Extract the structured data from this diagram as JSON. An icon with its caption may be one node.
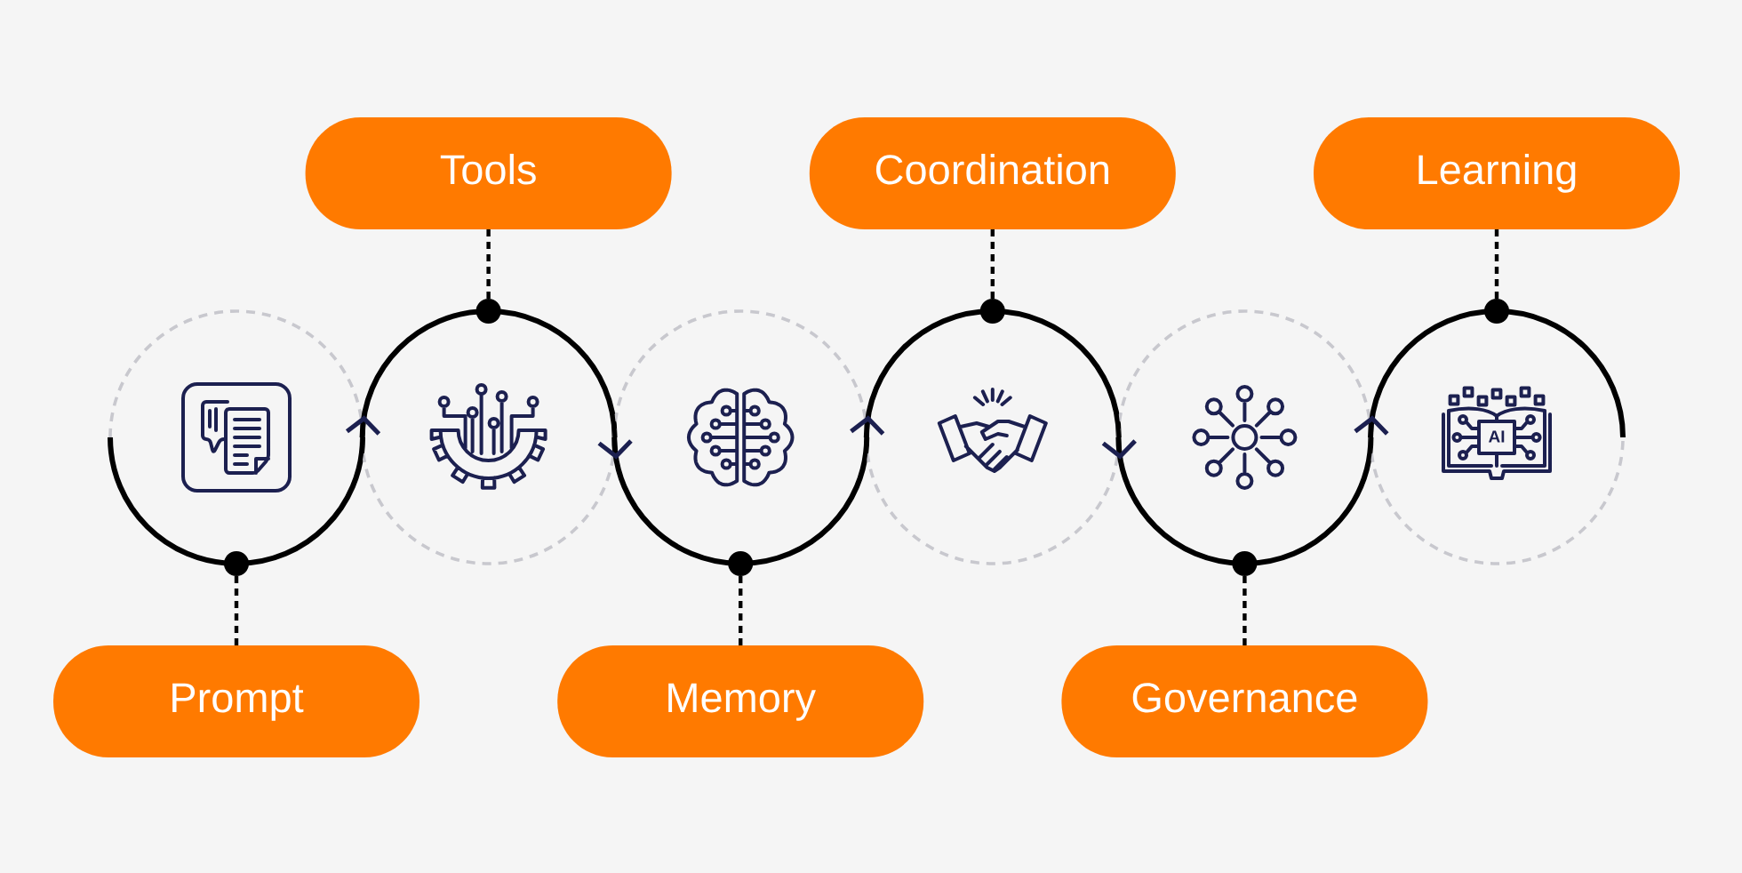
{
  "diagram": {
    "nodes": [
      {
        "text": [
          "Prompt"
        ]
      },
      {
        "text": [
          "Tools"
        ]
      },
      {
        "text": [
          "Memory"
        ]
      },
      {
        "text": [
          "Coordination"
        ]
      },
      {
        "text": [
          "Governance"
        ]
      },
      {
        "text": [
          "Learning"
        ]
      },
      {
        "text": [],
        "shape": "circle"
      },
      {
        "text": [],
        "shape": "circle"
      },
      {
        "text": [],
        "shape": "circle"
      },
      {
        "text": [],
        "shape": "circle"
      },
      {
        "text": [],
        "shape": "circle"
      },
      {
        "text": [],
        "shape": "circle"
      }
    ],
    "edges": [
      {
        "from": 0,
        "to": 6,
        "arrow": "other",
        "style": "dashed"
      },
      {
        "from": 1,
        "to": 7,
        "arrow": "other",
        "style": "dashed"
      },
      {
        "from": 2,
        "to": 8,
        "arrow": "other",
        "style": "dashed"
      },
      {
        "from": 3,
        "to": 9,
        "arrow": "other",
        "style": "dashed"
      },
      {
        "from": 4,
        "to": 10,
        "arrow": "other",
        "style": "dashed"
      },
      {
        "from": 5,
        "to": 11,
        "arrow": "other",
        "style": "dashed"
      },
      {
        "from": 6,
        "to": 7,
        "arrow": "to",
        "color": "#1c2050"
      },
      {
        "from": 7,
        "to": 8,
        "arrow": "to",
        "color": "#1c2050"
      },
      {
        "from": 8,
        "to": 9,
        "arrow": "to",
        "color": "#1c2050"
      },
      {
        "from": 9,
        "to": 10,
        "arrow": "to",
        "color": "#1c2050"
      },
      {
        "from": 10,
        "to": 11,
        "arrow": "to",
        "color": "#1c2050"
      }
    ],
    "labels": [
      "AI"
    ]
  }
}
